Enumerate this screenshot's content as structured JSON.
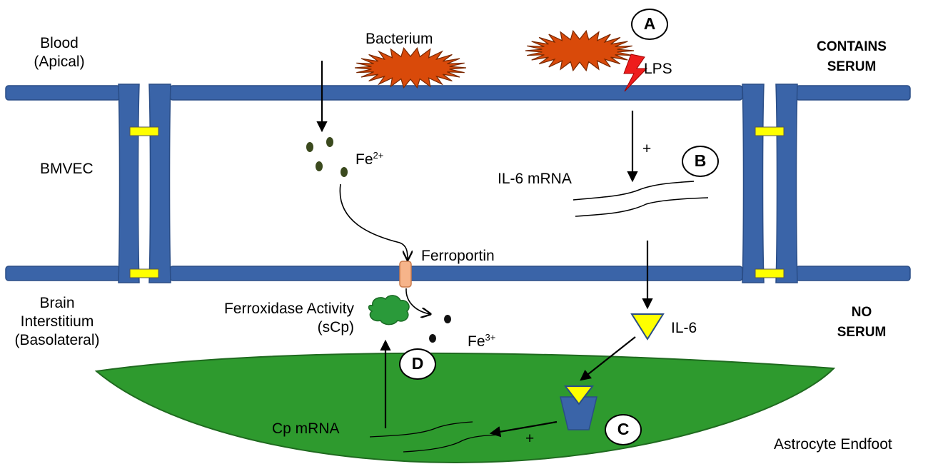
{
  "labels": {
    "blood_line1": "Blood",
    "blood_line2": "(Apical)",
    "bmvec": "BMVEC",
    "brain_line1": "Brain",
    "brain_line2": "Interstitium",
    "brain_line3": "(Basolateral)",
    "bacterium": "Bacterium",
    "lps": "LPS",
    "contains_serum_line1": "CONTAINS",
    "contains_serum_line2": "SERUM",
    "no_serum_line1": "NO",
    "no_serum_line2": "SERUM",
    "fe2_base": "Fe",
    "fe2_sup": "2+",
    "fe3_base": "Fe",
    "fe3_sup": "3+",
    "il6_mrna": "IL-6 mRNA",
    "ferroportin": "Ferroportin",
    "ferroxidase_line1": "Ferroxidase Activity",
    "ferroxidase_line2": "(sCp)",
    "il6": "IL-6",
    "cp_mrna": "Cp mRNA",
    "astrocyte_endfoot": "Astrocyte Endfoot",
    "plus_top": "+",
    "plus_bottom": "+"
  },
  "step_markers": {
    "a": "A",
    "b": "B",
    "c": "C",
    "d": "D"
  },
  "colors": {
    "membrane": "#3a64a8",
    "membrane_stroke": "#2a4d86",
    "tight_junction": "#ffff00",
    "bacterium": "#d94a0a",
    "bacterium_stroke": "#7a2800",
    "lps_bolt": "#ee1c1c",
    "iron_dot": "#3b4a1e",
    "ferroportin": "#f6b48a",
    "scp_blob": "#2a9a3a",
    "astrocyte": "#2e9a2e",
    "il6_triangle": "#ffff00"
  }
}
